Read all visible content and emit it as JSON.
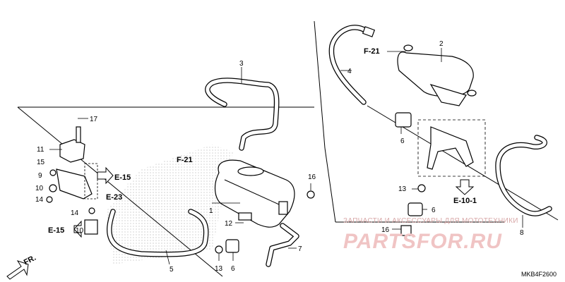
{
  "diagram": {
    "labels": {
      "n1": "1",
      "n2": "2",
      "n3": "3",
      "n4": "4",
      "n5": "5",
      "n6a": "6",
      "n6b": "6",
      "n6c": "6",
      "n7": "7",
      "n8": "8",
      "n9": "9",
      "n10": "10",
      "n11": "11",
      "n12": "12",
      "n13a": "13",
      "n13b": "13",
      "n14a": "14",
      "n14b": "14",
      "n15": "15",
      "n16a": "16",
      "n16b": "16",
      "n17": "17"
    },
    "refs": {
      "f21_top": "F-21",
      "f21_mid": "F-21",
      "e15_top": "E-15",
      "e15_bot": "E-15",
      "e23": "E-23",
      "e101": "E-10-1",
      "fr": "FR."
    },
    "watermark": {
      "line1": "ЗАПЧАСТИ И АКСЕССУАРЫ ДЛЯ МОТОТЕХНИКИ",
      "line2": "PARTSFOR.RU"
    },
    "code": "MKB4F2600"
  },
  "colors": {
    "ink": "#000000",
    "watermark": "#e8a4a4"
  }
}
